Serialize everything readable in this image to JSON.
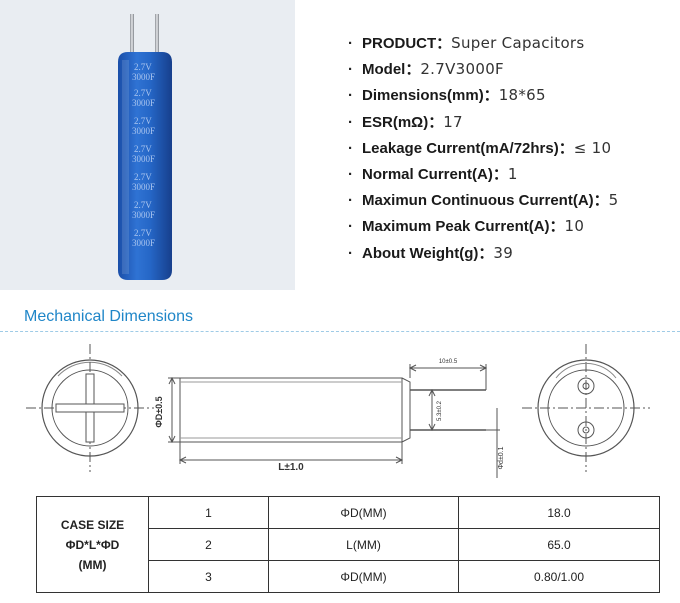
{
  "product_photo": {
    "alt": "Blue super capacitor",
    "sleeve_text": [
      "2.7V",
      "3000F"
    ],
    "colors": {
      "sleeve": "#1f5fbf",
      "background": "#e9edf2"
    }
  },
  "specs": [
    {
      "label": "PRODUCT：",
      "value": "Super Capacitors"
    },
    {
      "label": "Model：",
      "value": "2.7V3000F"
    },
    {
      "label": "Dimensions(mm)：",
      "value": "18*65"
    },
    {
      "label": "ESR(mΩ)：",
      "value": "17"
    },
    {
      "label": "Leakage Current(mA/72hrs)：",
      "value": "≤ 10"
    },
    {
      "label": "Normal Current(A)：",
      "value": "1"
    },
    {
      "label": "Maximun Continuous Current(A)：",
      "value": "5"
    },
    {
      "label": "Maximum Peak Current(A)：",
      "value": "10"
    },
    {
      "label": "About Weight(g)：",
      "value": "39"
    }
  ],
  "section_title": "Mechanical Dimensions",
  "drawing": {
    "diameter_label": "ΦD±0.5",
    "length_label": "L±1.0",
    "lead_length_label": "10±0.5",
    "pin_spacing_label": "5.3±0.2",
    "lead_diameter_label": "Φd±0.1"
  },
  "table": {
    "case_size_lines": [
      "CASE SIZE",
      "ΦD*L*ΦD",
      "(MM)"
    ],
    "rows": [
      {
        "index": "1",
        "name": "ΦD(MM)",
        "value": "18.0"
      },
      {
        "index": "2",
        "name": "L(MM)",
        "value": "65.0"
      },
      {
        "index": "3",
        "name": "ΦD(MM)",
        "value": "0.80/1.00"
      }
    ]
  },
  "colors": {
    "accent": "#1f86c8",
    "text": "#222222"
  }
}
